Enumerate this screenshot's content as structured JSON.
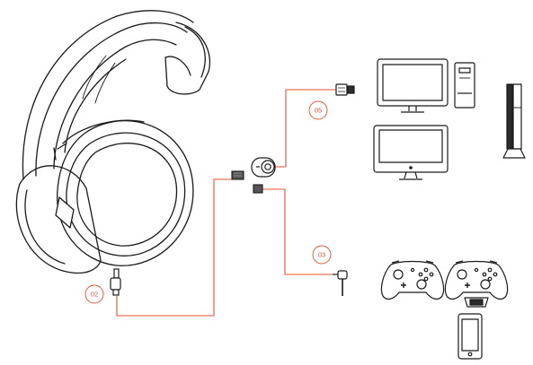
{
  "labels": {
    "headset_port": "02",
    "console_cable": "03",
    "pc_cable": "05"
  },
  "colors": {
    "cable": "#e8512f",
    "outline": "#1a1a1a",
    "dark_fill": "#2b2b2b",
    "background": "#ffffff"
  },
  "devices": {
    "pc_group": [
      "desktop-monitor-icon",
      "pc-tower-icon",
      "all-in-one-icon",
      "console-tower-icon"
    ],
    "console_group": [
      "gamepad-icon",
      "gamepad-with-adapter-icon",
      "smartphone-icon"
    ]
  }
}
